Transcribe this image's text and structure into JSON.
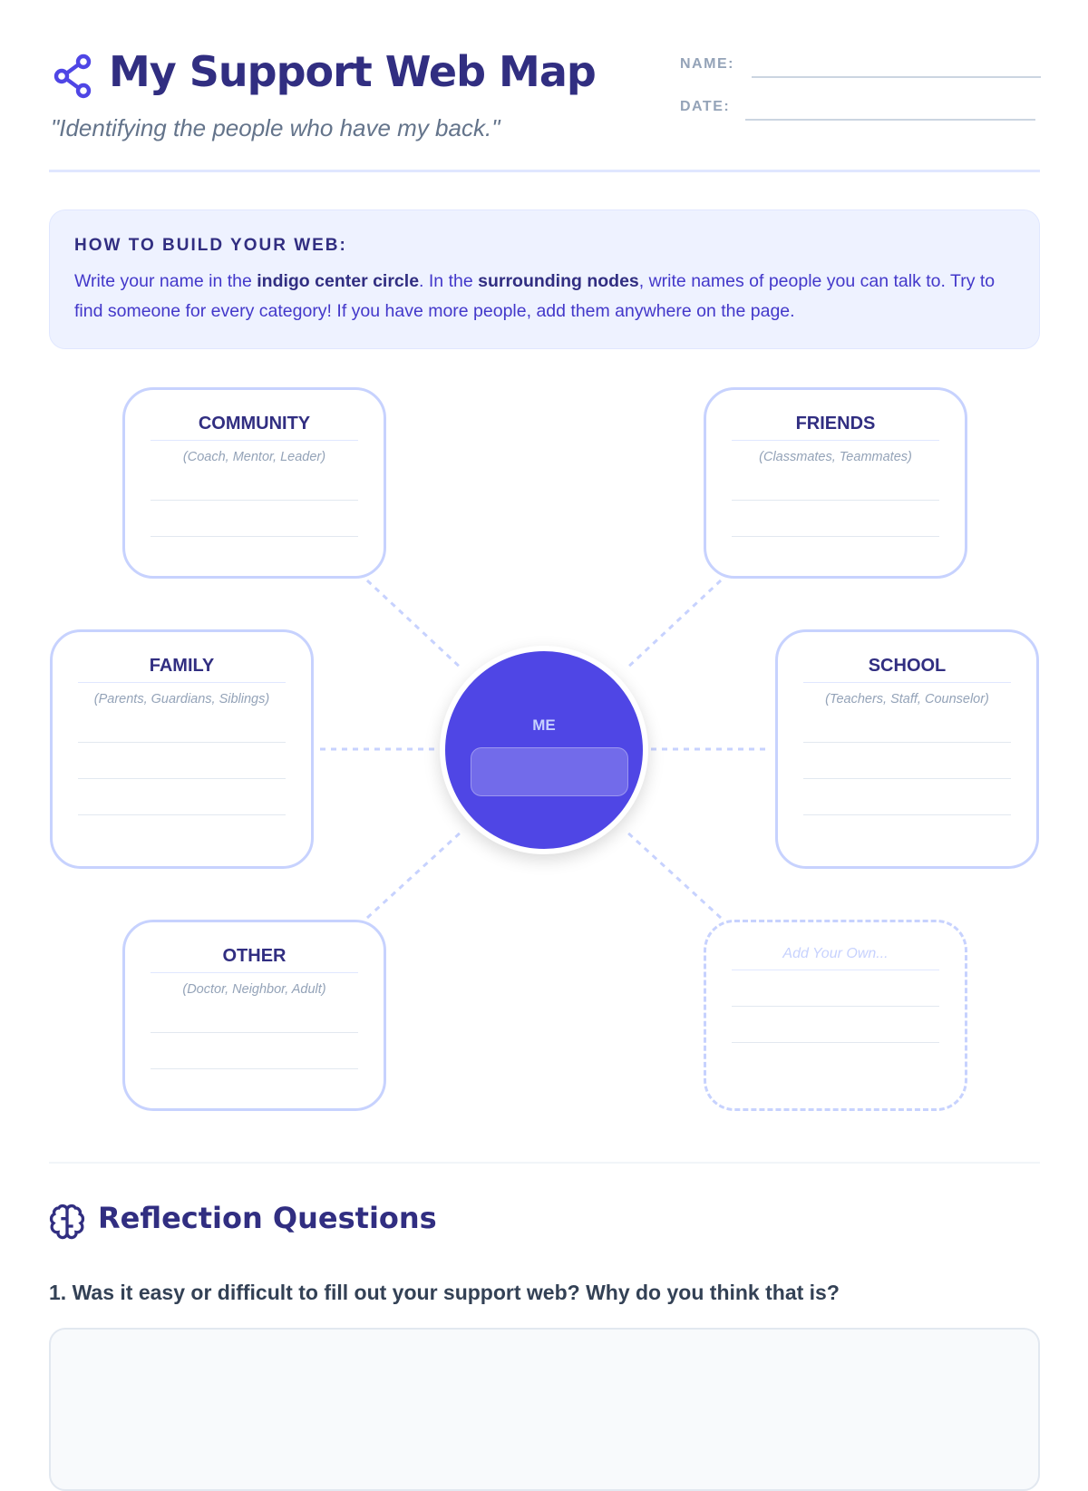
{
  "header": {
    "title": "My Support Web Map",
    "subtitle": "\"Identifying the people who have my back.\"",
    "name_label": "NAME:",
    "date_label": "DATE:"
  },
  "instructions": {
    "heading": "HOW TO BUILD YOUR WEB:",
    "t1": "Write your name in the ",
    "b1": "indigo center circle",
    "t2": ". In the ",
    "b2": "surrounding nodes",
    "t3": ", write names of people you can talk to. Try to find someone for every category! If you have more people, add them anywhere on the page."
  },
  "nodes": {
    "community": {
      "title": "COMMUNITY",
      "hint": "(Coach, Mentor, Leader)"
    },
    "friends": {
      "title": "FRIENDS",
      "hint": "(Classmates, Teammates)"
    },
    "family": {
      "title": "FAMILY",
      "hint": "(Parents, Guardians, Siblings)"
    },
    "school": {
      "title": "SCHOOL",
      "hint": "(Teachers, Staff, Counselor)"
    },
    "other": {
      "title": "OTHER",
      "hint": "(Doctor, Neighbor, Adult)"
    },
    "custom": {
      "placeholder": "Add Your Own..."
    }
  },
  "center": {
    "label": "ME"
  },
  "reflection": {
    "heading": "Reflection Questions",
    "q1": "1. Was it easy or difficult to fill out your support web? Why do you think that is?"
  },
  "colors": {
    "indigo": "#4f46e5",
    "navy": "#312e81",
    "node_border": "#c7d2fe"
  }
}
